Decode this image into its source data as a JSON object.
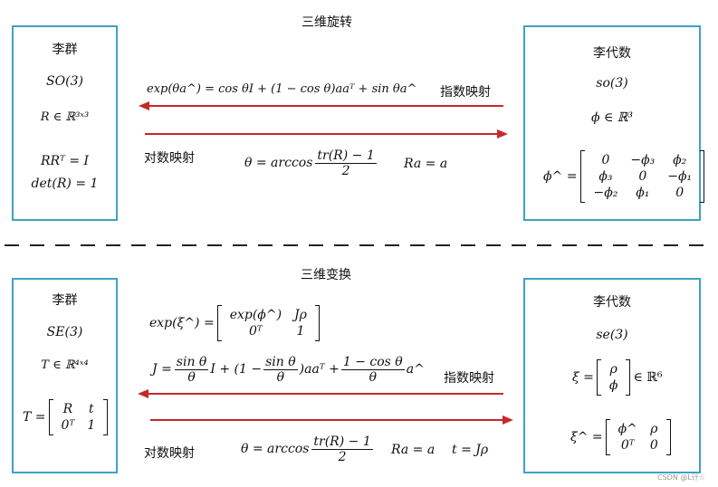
{
  "top": {
    "section_title": "三维旋转",
    "left_box": {
      "title": "李群",
      "group": "SO(3)",
      "member": "R ∈ ℝ³ˣ³",
      "orthogonal": "RRᵀ = I",
      "det": "det(R) = 1"
    },
    "right_box": {
      "title": "李代数",
      "algebra": "so(3)",
      "member": "ϕ ∈ ℝ³",
      "hat_lhs": "ϕ^ =",
      "matrix": [
        [
          "0",
          "−ϕ₃",
          "ϕ₂"
        ],
        [
          "ϕ₃",
          "0",
          "−ϕ₁"
        ],
        [
          "−ϕ₂",
          "ϕ₁",
          "0"
        ]
      ]
    },
    "exp_formula": "exp(θa^) = cos θI + (1 − cos θ)aaᵀ + sin θa^",
    "exp_label": "指数映射",
    "log_label": "对数映射",
    "theta_lhs": "θ = arccos",
    "theta_num": "tr(R) − 1",
    "theta_den": "2",
    "axis_eq": "Ra = a"
  },
  "bottom": {
    "section_title": "三维变换",
    "left_box": {
      "title": "李群",
      "group": "SE(3)",
      "member": "T ∈ ℝ⁴ˣ⁴",
      "t_lhs": "T =",
      "matrix": [
        [
          "R",
          "t"
        ],
        [
          "0ᵀ",
          "1"
        ]
      ]
    },
    "right_box": {
      "title": "李代数",
      "algebra": "se(3)",
      "xi_lhs": "ξ =",
      "xi_vec": [
        [
          "ρ"
        ],
        [
          "ϕ"
        ]
      ],
      "xi_member": "∈ ℝ⁶",
      "xi_hat_lhs": "ξ^ =",
      "xi_hat_matrix": [
        [
          "ϕ^",
          "ρ"
        ],
        [
          "0ᵀ",
          "0"
        ]
      ]
    },
    "exp_lhs": "exp(ξ^) =",
    "exp_matrix": [
      [
        "exp(ϕ^)",
        "Jρ"
      ],
      [
        "0ᵀ",
        "1"
      ]
    ],
    "j_lhs": "J =",
    "j_frac1_num": "sin θ",
    "j_frac1_den": "θ",
    "j_mid1": "I + (1 −",
    "j_frac2_num": "sin θ",
    "j_frac2_den": "θ",
    "j_mid2": ")aaᵀ +",
    "j_frac3_num": "1 − cos θ",
    "j_frac3_den": "θ",
    "j_tail": "a^",
    "exp_label": "指数映射",
    "log_label": "对数映射",
    "theta_lhs": "θ = arccos",
    "theta_num": "tr(R) − 1",
    "theta_den": "2",
    "axis_eq": "Ra = a",
    "t_eq": "t = Jρ"
  },
  "watermark": "CSDN @L计☆",
  "colors": {
    "box_border": "#3aa4c4",
    "arrow": "#c62828"
  }
}
